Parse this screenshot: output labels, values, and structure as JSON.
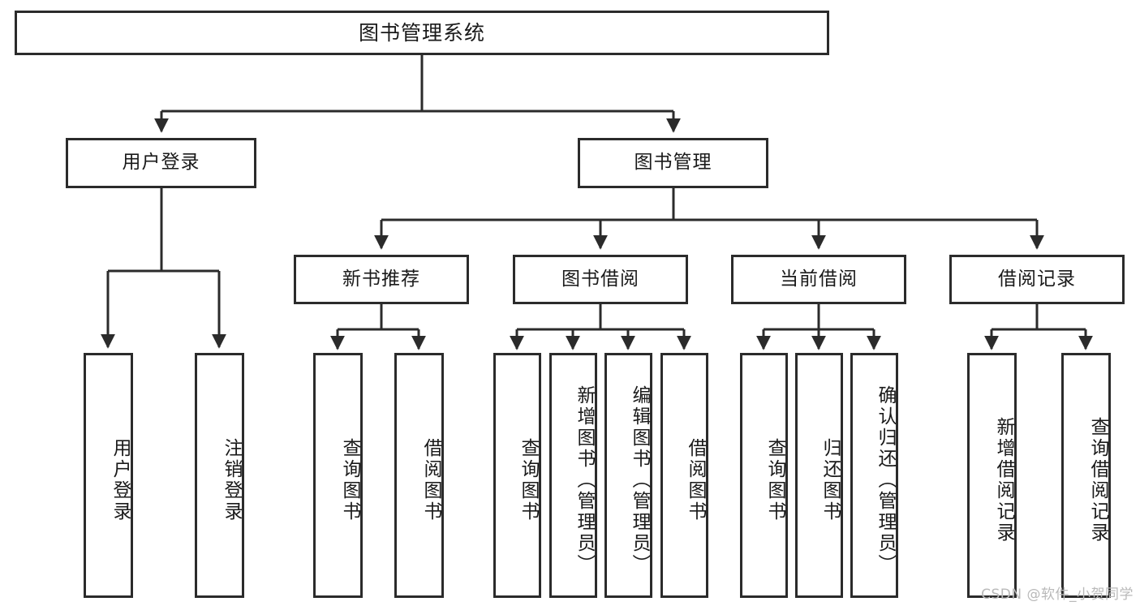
{
  "diagram": {
    "title": "图书管理系统",
    "watermark": "CSDN @软件_小贺同学",
    "colors": {
      "stroke": "#2b2b2b",
      "fill": "#ffffff",
      "text": "#1a1a1a",
      "watermark": "#b9b9b9"
    },
    "root": {
      "label": "图书管理系统"
    },
    "level2": [
      {
        "label": "用户登录"
      },
      {
        "label": "图书管理"
      }
    ],
    "level3": [
      {
        "label": "新书推荐"
      },
      {
        "label": "图书借阅"
      },
      {
        "label": "当前借阅"
      },
      {
        "label": "借阅记录"
      }
    ],
    "leaves_user_login": [
      {
        "label": "用户登录"
      },
      {
        "label": "注销登录"
      }
    ],
    "leaves_new_book": [
      {
        "label": "查询图书"
      },
      {
        "label": "借阅图书"
      }
    ],
    "leaves_borrow": [
      {
        "label": "查询图书"
      },
      {
        "label": "新增图书（管理员）"
      },
      {
        "label": "编辑图书（管理员）"
      },
      {
        "label": "借阅图书"
      }
    ],
    "leaves_current": [
      {
        "label": "查询图书"
      },
      {
        "label": "归还图书"
      },
      {
        "label": "确认归还（管理员）"
      }
    ],
    "leaves_records": [
      {
        "label": "新增借阅记录"
      },
      {
        "label": "查询借阅记录"
      }
    ]
  }
}
